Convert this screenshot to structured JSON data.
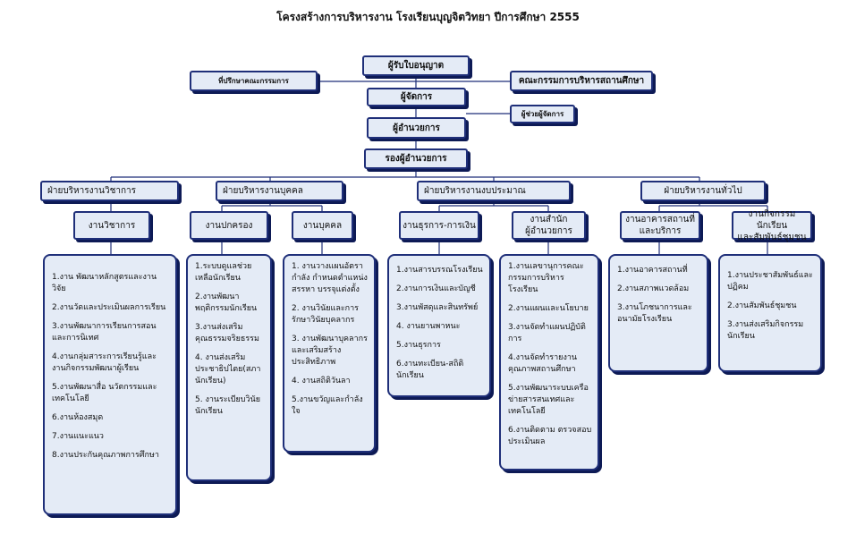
{
  "title": "โครงสร้างการบริหารงาน โรงเรียนบุญจิตวิทยา  ปีการศึกษา 2555",
  "top": {
    "licensee": "ผู้รับใบอนุญาต",
    "consultant": "ที่ปรึกษาคณะกรรมการ",
    "board": "คณะกรรมการบริหารสถานศึกษา",
    "manager": "ผู้จัดการ",
    "assistant_manager": "ผู้ช่วยผู้จัดการ",
    "director": "ผู้อำนวยการ",
    "deputy_director": "รองผู้อำนวยการ"
  },
  "divisions": {
    "academic": "ฝ่ายบริหารงานวิชาการ",
    "personnel": "ฝ่ายบริหารงานบุคคล",
    "budget": "ฝ่ายบริหารงานงบประมาณ",
    "general": "ฝ่ายบริหารงานทั่วไป"
  },
  "sections": {
    "academic_work": "งานวิชาการ",
    "governance": "งานปกครอง",
    "personnel_work": "งานบุคคล",
    "finance": "งานธุรการ-การเงิน",
    "director_office": "งานสำนัก\nผู้อำนวยการ",
    "buildings": "งานอาคารสถานที่\nและบริการ",
    "student_activities": "งานกิจกรรมนักเรียน\nและสัมพันธ์ชุมชน"
  },
  "lists": {
    "academic_work": [
      "1.งาน พัฒนาหลักสูตรและงานวิจัย",
      "2.งานวัดและประเมินผลการเรียน",
      "3.งานพัฒนาการเรียนการสอน และการนิเทศ",
      "4.งานกลุ่มสาระการเรียนรู้และงานกิจกรรมพัฒนาผู้เรียน",
      "5.งานพัฒนาสื่อ นวัตกรรมและเทคโนโลยี",
      "6.งานห้องสมุด",
      "7.งานแนะแนว",
      "8.งานประกันคุณภาพการศึกษา"
    ],
    "governance": [
      "1.ระบบดูแลช่วยเหลือนักเรียน",
      "2.งานพัฒนาพฤติกรรมนักเรียน",
      "3.งานส่งเสริมคุณธรรมจริยธรรม",
      "4. งานส่งเสริมประชาธิปไตย(สภานักเรียน)",
      "5. งานระเบียบวินัยนักเรียน"
    ],
    "personnel_work": [
      "1. งานวางแผนอัตรากำลัง กำหนดตำแหน่ง สรรหา บรรจุแต่งตั้ง",
      "2. งานวินัยและการรักษาวินัยบุคลากร",
      "3. งานพัฒนาบุคลากรและเสริมสร้างประสิทธิภาพ",
      "4. งานสถิติวันลา",
      "5.งานขวัญและกำลังใจ"
    ],
    "finance": [
      "1.งานสารบรรณโรงเรียน",
      "2.งานการเงินและบัญชี",
      "3.งานพัสดุและสินทรัพย์",
      "4. งานยานพาหนะ",
      "5.งานธุรการ",
      "6.งานทะเบียน-สถิตินักเรียน"
    ],
    "director_office": [
      "1.งานเลขานุการคณะกรรมการบริหารโรงเรียน",
      "2.งานแผนและนโยบาย",
      "3.งานจัดทำแผนปฏิบัติการ",
      "4.งานจัดทำรายงานคุณภาพสถานศึกษา",
      "5.งานพัฒนาระบบเครือข่ายสารสนเทศและเทคโนโลยี",
      "6.งานติดตาม ตรวจสอบประเมินผล"
    ],
    "buildings": [
      "1.งานอาคารสถานที่",
      "2.งานสภาพแวดล้อม",
      "3.งานโภชนาการและอนามัยโรงเรียน"
    ],
    "student_activities": [
      "1.งานประชาสัมพันธ์และปฏิคม",
      "2.งานสัมพันธ์ชุมชน",
      "3.งานส่งเสริมกิจกรรมนักเรียน"
    ]
  }
}
